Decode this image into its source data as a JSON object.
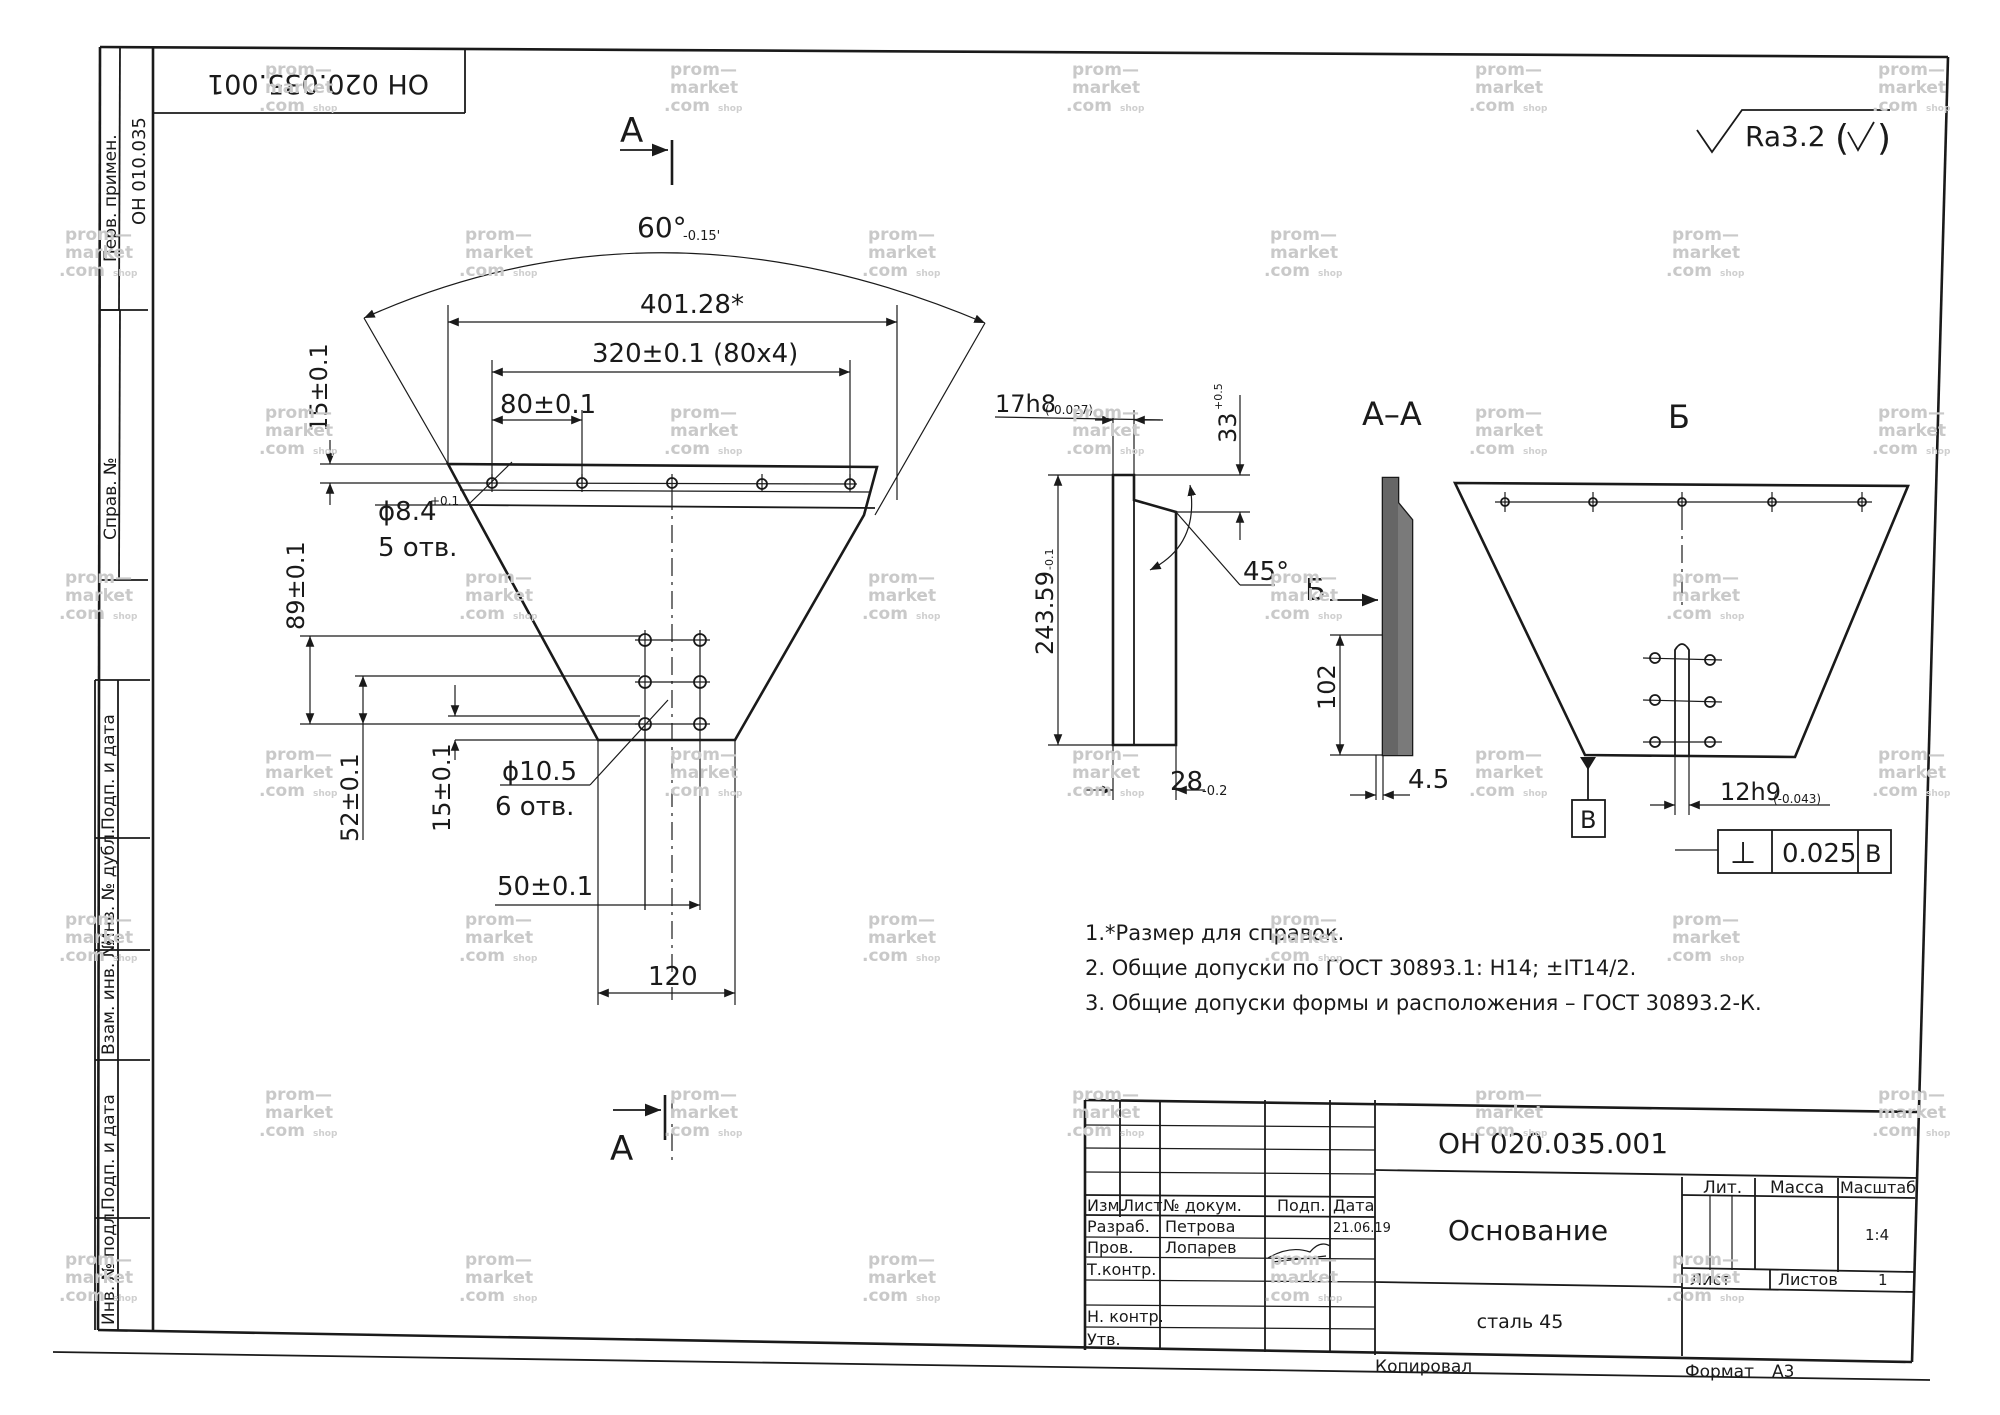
{
  "corner_designation": "ОН 020.035.001",
  "left_strip": {
    "perv_primen_label": "Перв. примен.",
    "perv_primen_value": "ОН 010.035",
    "sprav_label": "Справ. №",
    "podp_data_1": "Подп. и дата",
    "inv_dubl": "Инв. № дубл.",
    "vzam_inv": "Взам. инв. №",
    "podp_data_2": "Подп. и дата",
    "inv_podl": "Инв. № подл."
  },
  "roughness": "Ra3.2",
  "section_marks": {
    "a": "А",
    "b": "Б",
    "aa_title": "А–А",
    "b_title": "Б",
    "datum": "В"
  },
  "front_view": {
    "angle": "60°",
    "angle_tol": "-0.15'",
    "width_ref": "401.28*",
    "hole_pitch_total": "320±0.1 (80x4)",
    "hole_pitch": "80±0.1",
    "top_offset": "15±0.1",
    "small_hole_dia": "ϕ8.4",
    "small_hole_tol": "+0.1",
    "small_hole_count": "5 отв.",
    "vert_89": "89±0.1",
    "vert_52": "52±0.1",
    "vert_15": "15±0.1",
    "big_hole_dia": "ϕ10.5",
    "big_hole_count": "6 отв.",
    "horiz_50": "50±0.1",
    "bottom_width": "120"
  },
  "side_view": {
    "thickness": "17h8",
    "thickness_tol": "(-0.027)",
    "chamfer_height": "33",
    "chamfer_tol": "+0.5",
    "chamfer_angle": "45°",
    "height": "243.59",
    "height_tol": "-0.1",
    "base_width": "28",
    "base_tol": "-0.2"
  },
  "section_aa": {
    "dim_102": "102",
    "dim_45": "4.5"
  },
  "view_b": {
    "slot": "12h9",
    "slot_tol": "(-0.043)",
    "perp_symbol": "⊥",
    "perp_value": "0.025",
    "perp_datum": "В"
  },
  "notes": [
    "1.*Размер для справок.",
    "2. Общие допуски по ГОСТ 30893.1: H14; ±IT14/2.",
    "3. Общие допуски формы и расположения – ГОСТ 30893.2-К."
  ],
  "title_block": {
    "designation": "ОН 020.035.001",
    "name": "Основание",
    "material": "сталь 45",
    "col_izm": "Изм.",
    "col_list": "Лист",
    "col_dokum": "№ докум.",
    "col_podp": "Подп.",
    "col_data": "Дата",
    "row_razrab": "Разраб.",
    "row_prov": "Пров.",
    "row_tkontr": "Т.контр.",
    "row_nkontr": "Н. контр.",
    "row_utv": "Утв.",
    "razrab_name": "Петрова",
    "razrab_date": "21.06.19",
    "prov_name": "Лопарев",
    "lit_label": "Лит.",
    "massa_label": "Масса",
    "masshtab_label": "Масштаб",
    "masshtab_value": "1:4",
    "list_label": "Лист",
    "listov_label": "Листов",
    "listov_value": "1",
    "kopiroval": "Копировал",
    "format_label": "Формат",
    "format_value": "А3"
  },
  "watermark": {
    "line1": "prom—",
    "line2": "market",
    "line3": ".com",
    "shop": "shop"
  }
}
